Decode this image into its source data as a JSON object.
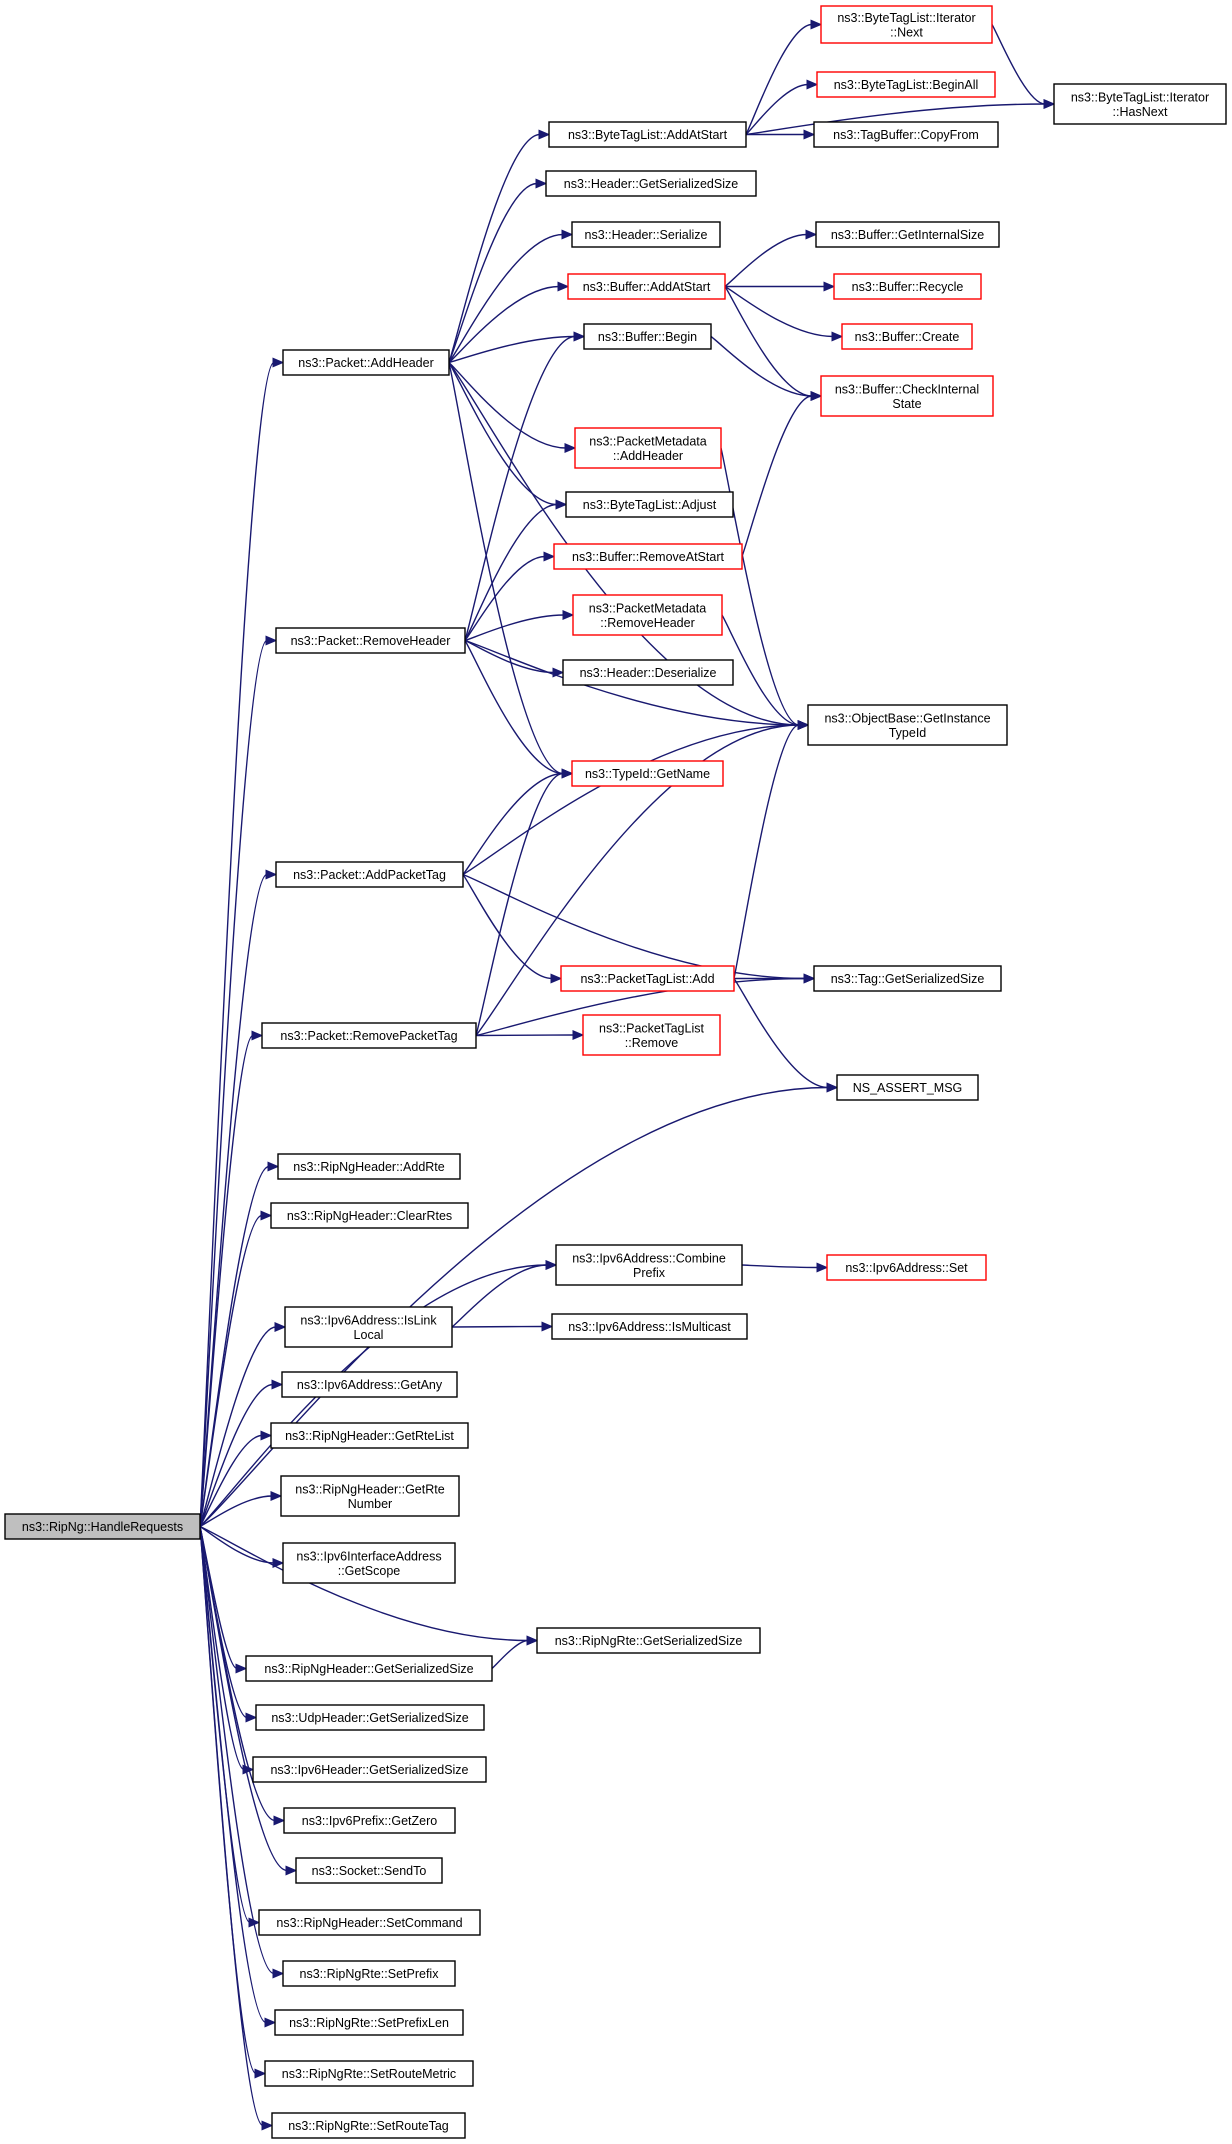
{
  "colors": {
    "edge": "#191970",
    "box_normal": "#000000",
    "box_truncated": "#ff0000",
    "root_fill": "#bfbfbf",
    "node_fill": "#ffffff"
  },
  "nodes": [
    {
      "id": "root",
      "lines": [
        "ns3::RipNg::HandleRequests"
      ],
      "style": "root"
    },
    {
      "id": "addHeader",
      "lines": [
        "ns3::Packet::AddHeader"
      ],
      "style": "normal"
    },
    {
      "id": "removeHeader",
      "lines": [
        "ns3::Packet::RemoveHeader"
      ],
      "style": "normal"
    },
    {
      "id": "addPacketTag",
      "lines": [
        "ns3::Packet::AddPacketTag"
      ],
      "style": "normal"
    },
    {
      "id": "removePacketTag",
      "lines": [
        "ns3::Packet::RemovePacketTag"
      ],
      "style": "normal"
    },
    {
      "id": "btlIterNext",
      "lines": [
        "ns3::ByteTagList::Iterator",
        "::Next"
      ],
      "style": "truncated"
    },
    {
      "id": "btlBeginAll",
      "lines": [
        "ns3::ByteTagList::BeginAll"
      ],
      "style": "truncated"
    },
    {
      "id": "btlIterHasNext",
      "lines": [
        "ns3::ByteTagList::Iterator",
        "::HasNext"
      ],
      "style": "normal"
    },
    {
      "id": "btlAddAtStart",
      "lines": [
        "ns3::ByteTagList::AddAtStart"
      ],
      "style": "normal"
    },
    {
      "id": "tagBufferCopyFrom",
      "lines": [
        "ns3::TagBuffer::CopyFrom"
      ],
      "style": "normal"
    },
    {
      "id": "headerGetSerSize",
      "lines": [
        "ns3::Header::GetSerializedSize"
      ],
      "style": "normal"
    },
    {
      "id": "headerSerialize",
      "lines": [
        "ns3::Header::Serialize"
      ],
      "style": "normal"
    },
    {
      "id": "bufGetInternalSize",
      "lines": [
        "ns3::Buffer::GetInternalSize"
      ],
      "style": "normal"
    },
    {
      "id": "bufAddAtStart",
      "lines": [
        "ns3::Buffer::AddAtStart"
      ],
      "style": "truncated"
    },
    {
      "id": "bufRecycle",
      "lines": [
        "ns3::Buffer::Recycle"
      ],
      "style": "truncated"
    },
    {
      "id": "bufCreate",
      "lines": [
        "ns3::Buffer::Create"
      ],
      "style": "truncated"
    },
    {
      "id": "bufBegin",
      "lines": [
        "ns3::Buffer::Begin"
      ],
      "style": "normal"
    },
    {
      "id": "bufCheckInternal",
      "lines": [
        "ns3::Buffer::CheckInternal",
        "State"
      ],
      "style": "truncated"
    },
    {
      "id": "pmAddHeader",
      "lines": [
        "ns3::PacketMetadata",
        "::AddHeader"
      ],
      "style": "truncated"
    },
    {
      "id": "btlAdjust",
      "lines": [
        "ns3::ByteTagList::Adjust"
      ],
      "style": "normal"
    },
    {
      "id": "bufRemoveAtStart",
      "lines": [
        "ns3::Buffer::RemoveAtStart"
      ],
      "style": "truncated"
    },
    {
      "id": "pmRemoveHeader",
      "lines": [
        "ns3::PacketMetadata",
        "::RemoveHeader"
      ],
      "style": "truncated"
    },
    {
      "id": "headerDeserialize",
      "lines": [
        "ns3::Header::Deserialize"
      ],
      "style": "normal"
    },
    {
      "id": "objGetInstanceTypeId",
      "lines": [
        "ns3::ObjectBase::GetInstance",
        "TypeId"
      ],
      "style": "normal"
    },
    {
      "id": "typeIdGetName",
      "lines": [
        "ns3::TypeId::GetName"
      ],
      "style": "truncated"
    },
    {
      "id": "ptlAdd",
      "lines": [
        "ns3::PacketTagList::Add"
      ],
      "style": "truncated"
    },
    {
      "id": "tagGetSerSize",
      "lines": [
        "ns3::Tag::GetSerializedSize"
      ],
      "style": "normal"
    },
    {
      "id": "ptlRemove",
      "lines": [
        "ns3::PacketTagList",
        "::Remove"
      ],
      "style": "truncated"
    },
    {
      "id": "nsAssertMsg",
      "lines": [
        "NS_ASSERT_MSG"
      ],
      "style": "normal"
    },
    {
      "id": "rnhAddRte",
      "lines": [
        "ns3::RipNgHeader::AddRte"
      ],
      "style": "normal"
    },
    {
      "id": "rnhClearRtes",
      "lines": [
        "ns3::RipNgHeader::ClearRtes"
      ],
      "style": "normal"
    },
    {
      "id": "ipv6CombinePrefix",
      "lines": [
        "ns3::Ipv6Address::Combine",
        "Prefix"
      ],
      "style": "normal"
    },
    {
      "id": "ipv6Set",
      "lines": [
        "ns3::Ipv6Address::Set"
      ],
      "style": "truncated"
    },
    {
      "id": "ipv6IsLinkLocal",
      "lines": [
        "ns3::Ipv6Address::IsLink",
        "Local"
      ],
      "style": "normal"
    },
    {
      "id": "ipv6IsMulticast",
      "lines": [
        "ns3::Ipv6Address::IsMulticast"
      ],
      "style": "normal"
    },
    {
      "id": "ipv6GetAny",
      "lines": [
        "ns3::Ipv6Address::GetAny"
      ],
      "style": "normal"
    },
    {
      "id": "rnhGetRteList",
      "lines": [
        "ns3::RipNgHeader::GetRteList"
      ],
      "style": "normal"
    },
    {
      "id": "rnhGetRteNumber",
      "lines": [
        "ns3::RipNgHeader::GetRte",
        "Number"
      ],
      "style": "normal"
    },
    {
      "id": "ipv6IfAddrGetScope",
      "lines": [
        "ns3::Ipv6InterfaceAddress",
        "::GetScope"
      ],
      "style": "normal"
    },
    {
      "id": "rnrGetSerSize",
      "lines": [
        "ns3::RipNgRte::GetSerializedSize"
      ],
      "style": "normal"
    },
    {
      "id": "rnhGetSerSize",
      "lines": [
        "ns3::RipNgHeader::GetSerializedSize"
      ],
      "style": "normal"
    },
    {
      "id": "udpGetSerSize",
      "lines": [
        "ns3::UdpHeader::GetSerializedSize"
      ],
      "style": "normal"
    },
    {
      "id": "ipv6hGetSerSize",
      "lines": [
        "ns3::Ipv6Header::GetSerializedSize"
      ],
      "style": "normal"
    },
    {
      "id": "ipv6PrefixGetZero",
      "lines": [
        "ns3::Ipv6Prefix::GetZero"
      ],
      "style": "normal"
    },
    {
      "id": "socketSendTo",
      "lines": [
        "ns3::Socket::SendTo"
      ],
      "style": "normal"
    },
    {
      "id": "rnhSetCommand",
      "lines": [
        "ns3::RipNgHeader::SetCommand"
      ],
      "style": "normal"
    },
    {
      "id": "rnrSetPrefix",
      "lines": [
        "ns3::RipNgRte::SetPrefix"
      ],
      "style": "normal"
    },
    {
      "id": "rnrSetPrefixLen",
      "lines": [
        "ns3::RipNgRte::SetPrefixLen"
      ],
      "style": "normal"
    },
    {
      "id": "rnrSetRouteMetric",
      "lines": [
        "ns3::RipNgRte::SetRouteMetric"
      ],
      "style": "normal"
    },
    {
      "id": "rnrSetRouteTag",
      "lines": [
        "ns3::RipNgRte::SetRouteTag"
      ],
      "style": "normal"
    }
  ],
  "edges": [
    [
      "root",
      "addHeader"
    ],
    [
      "root",
      "removeHeader"
    ],
    [
      "root",
      "addPacketTag"
    ],
    [
      "root",
      "removePacketTag"
    ],
    [
      "root",
      "nsAssertMsg"
    ],
    [
      "root",
      "rnhAddRte"
    ],
    [
      "root",
      "rnhClearRtes"
    ],
    [
      "root",
      "ipv6CombinePrefix"
    ],
    [
      "root",
      "ipv6IsLinkLocal"
    ],
    [
      "root",
      "ipv6GetAny"
    ],
    [
      "root",
      "rnhGetRteList"
    ],
    [
      "root",
      "rnhGetRteNumber"
    ],
    [
      "root",
      "ipv6IfAddrGetScope"
    ],
    [
      "root",
      "rnrGetSerSize"
    ],
    [
      "root",
      "rnhGetSerSize"
    ],
    [
      "root",
      "udpGetSerSize"
    ],
    [
      "root",
      "ipv6hGetSerSize"
    ],
    [
      "root",
      "ipv6PrefixGetZero"
    ],
    [
      "root",
      "socketSendTo"
    ],
    [
      "root",
      "rnhSetCommand"
    ],
    [
      "root",
      "rnrSetPrefix"
    ],
    [
      "root",
      "rnrSetPrefixLen"
    ],
    [
      "root",
      "rnrSetRouteMetric"
    ],
    [
      "root",
      "rnrSetRouteTag"
    ],
    [
      "addHeader",
      "btlAddAtStart"
    ],
    [
      "addHeader",
      "headerGetSerSize"
    ],
    [
      "addHeader",
      "headerSerialize"
    ],
    [
      "addHeader",
      "bufAddAtStart"
    ],
    [
      "addHeader",
      "bufBegin"
    ],
    [
      "addHeader",
      "pmAddHeader"
    ],
    [
      "addHeader",
      "btlAdjust"
    ],
    [
      "addHeader",
      "objGetInstanceTypeId"
    ],
    [
      "addHeader",
      "typeIdGetName"
    ],
    [
      "btlAddAtStart",
      "btlIterNext"
    ],
    [
      "btlAddAtStart",
      "btlBeginAll"
    ],
    [
      "btlAddAtStart",
      "tagBufferCopyFrom"
    ],
    [
      "btlAddAtStart",
      "btlIterHasNext"
    ],
    [
      "btlIterNext",
      "btlIterHasNext"
    ],
    [
      "bufAddAtStart",
      "bufGetInternalSize"
    ],
    [
      "bufAddAtStart",
      "bufRecycle"
    ],
    [
      "bufAddAtStart",
      "bufCreate"
    ],
    [
      "bufAddAtStart",
      "bufCheckInternal"
    ],
    [
      "bufBegin",
      "bufCheckInternal"
    ],
    [
      "bufRemoveAtStart",
      "bufCheckInternal"
    ],
    [
      "pmAddHeader",
      "objGetInstanceTypeId"
    ],
    [
      "pmRemoveHeader",
      "objGetInstanceTypeId"
    ],
    [
      "removeHeader",
      "bufBegin"
    ],
    [
      "removeHeader",
      "btlAdjust"
    ],
    [
      "removeHeader",
      "bufRemoveAtStart"
    ],
    [
      "removeHeader",
      "pmRemoveHeader"
    ],
    [
      "removeHeader",
      "headerDeserialize"
    ],
    [
      "removeHeader",
      "objGetInstanceTypeId"
    ],
    [
      "removeHeader",
      "typeIdGetName"
    ],
    [
      "addPacketTag",
      "typeIdGetName"
    ],
    [
      "addPacketTag",
      "objGetInstanceTypeId"
    ],
    [
      "addPacketTag",
      "ptlAdd"
    ],
    [
      "addPacketTag",
      "tagGetSerSize"
    ],
    [
      "removePacketTag",
      "typeIdGetName"
    ],
    [
      "removePacketTag",
      "objGetInstanceTypeId"
    ],
    [
      "removePacketTag",
      "ptlRemove"
    ],
    [
      "removePacketTag",
      "tagGetSerSize"
    ],
    [
      "ptlAdd",
      "tagGetSerSize"
    ],
    [
      "ptlAdd",
      "nsAssertMsg"
    ],
    [
      "ptlAdd",
      "objGetInstanceTypeId"
    ],
    [
      "ipv6IsLinkLocal",
      "ipv6CombinePrefix"
    ],
    [
      "ipv6IsLinkLocal",
      "ipv6IsMulticast"
    ],
    [
      "ipv6CombinePrefix",
      "ipv6Set"
    ],
    [
      "rnhGetSerSize",
      "rnrGetSerSize"
    ]
  ]
}
